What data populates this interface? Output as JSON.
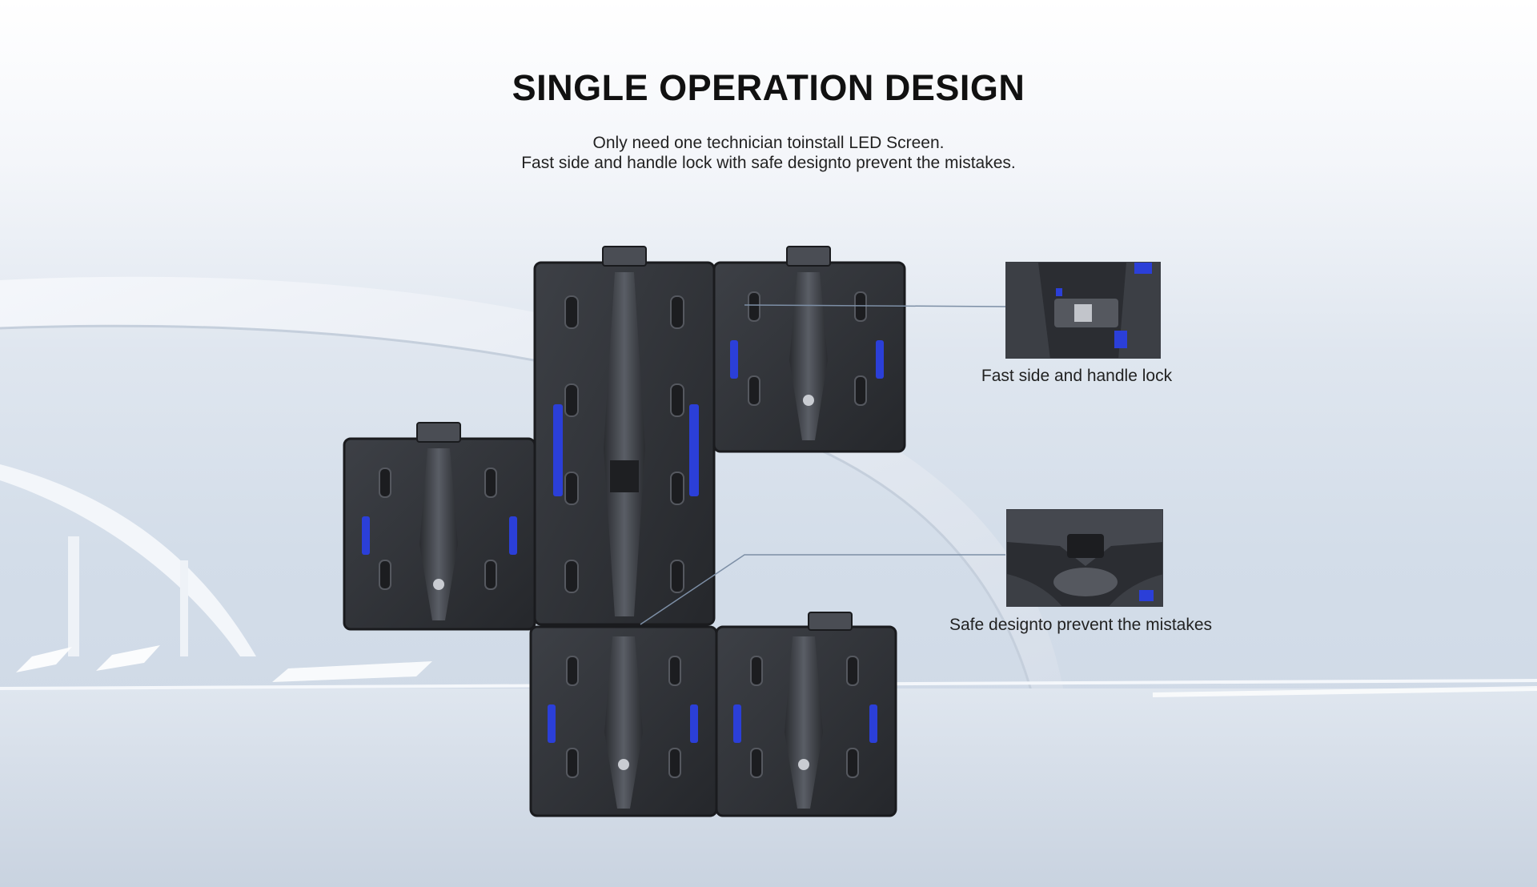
{
  "header": {
    "title": "SINGLE OPERATION DESIGN",
    "description_lines": [
      "Only need one technician toinstall LED Screen.",
      "Fast side and handle lock with safe designto prevent the mistakes."
    ]
  },
  "callouts": [
    {
      "caption": "Fast side and handle lock"
    },
    {
      "caption": "Safe designto prevent the mistakes"
    }
  ],
  "colors": {
    "accent_blue": "#2b3fd8",
    "cabinet_dark": "#2e3035",
    "cabinet_mid": "#45484f",
    "leader_line": "#7d8fa6"
  }
}
